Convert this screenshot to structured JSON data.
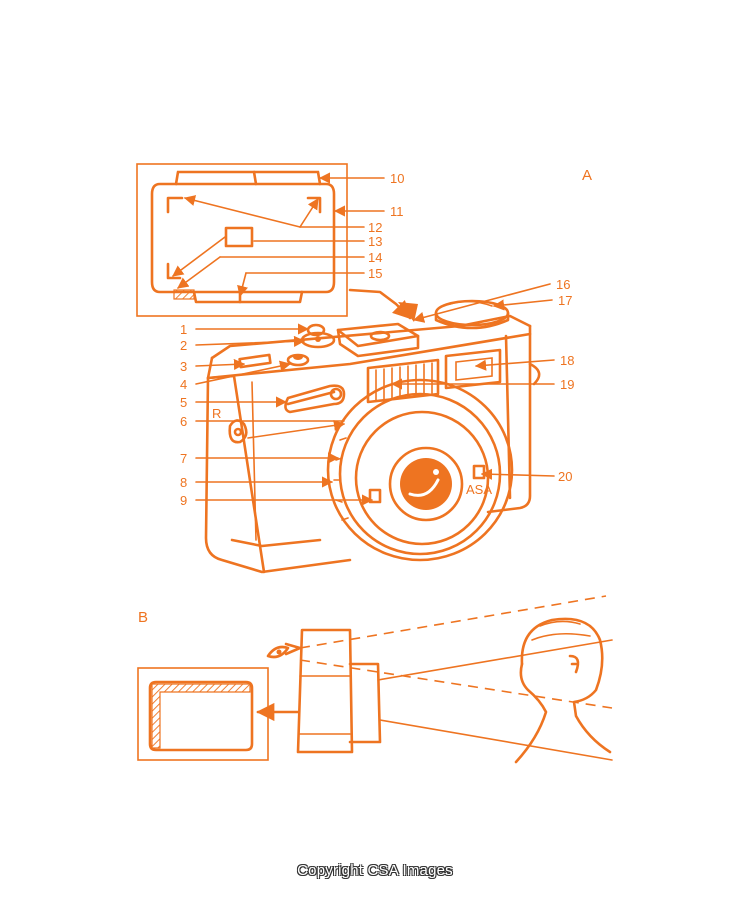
{
  "sections": {
    "a": "A",
    "b": "B"
  },
  "callouts": [
    "1",
    "2",
    "3",
    "4",
    "5",
    "6",
    "7",
    "8",
    "9",
    "10",
    "11",
    "12",
    "13",
    "14",
    "15",
    "16",
    "17",
    "18",
    "19",
    "20"
  ],
  "camera_marks": {
    "asa": "ASA",
    "r": "R"
  },
  "watermark": "Copyright CSA Images",
  "colors": {
    "line": "#ee7421",
    "background": "#ffffff"
  }
}
